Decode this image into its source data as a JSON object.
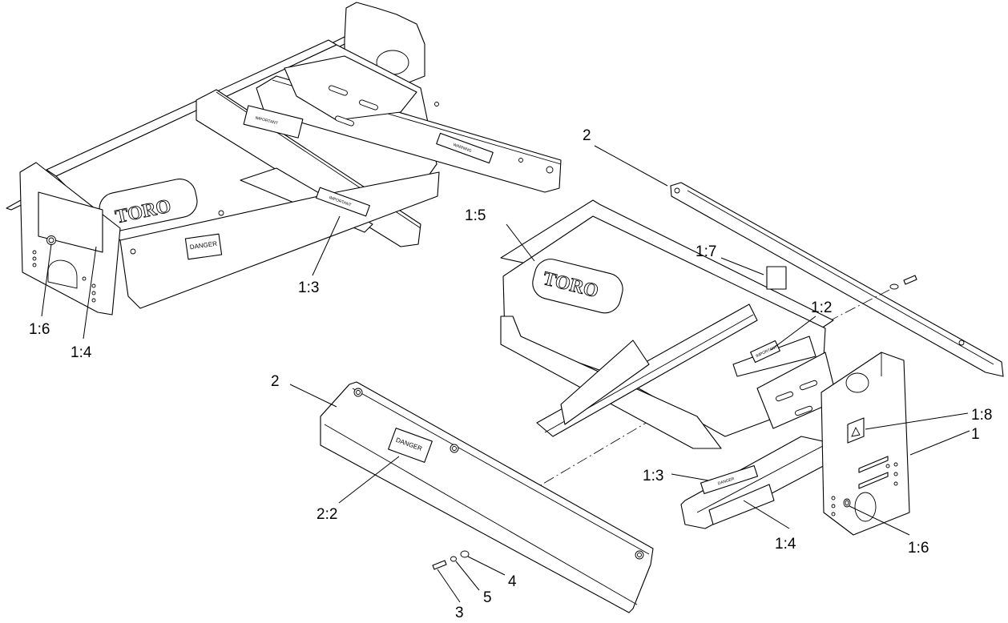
{
  "brand_logo": "TORO",
  "danger_decal": "DANGER",
  "callouts": [
    "1",
    "2",
    "2",
    "1:2",
    "1:3",
    "1:3",
    "1:4",
    "1:4",
    "1:5",
    "1:6",
    "1:6",
    "1:7",
    "1:8",
    "2:2",
    "3",
    "4",
    "5"
  ],
  "left_assembly": {
    "labels": {
      "c13": "1:3",
      "c16": "1:6",
      "c14": "1:4"
    },
    "decals": {
      "danger": "DANGER",
      "important": "IMPORTANT",
      "warning": "WARNING"
    }
  },
  "right_assembly": {
    "labels": {
      "c2": "2",
      "c15": "1:5",
      "c17": "1:7",
      "c12": "1:2",
      "c18": "1:8",
      "c1": "1",
      "c13": "1:3",
      "c14": "1:4",
      "c16": "1:6"
    },
    "decals": {
      "important": "IMPORTANT",
      "danger": "DANGER"
    }
  },
  "lower_cover": {
    "labels": {
      "c2": "2",
      "c22": "2:2",
      "c4": "4",
      "c5": "5",
      "c3": "3"
    },
    "decals": {
      "danger": "DANGER"
    }
  }
}
